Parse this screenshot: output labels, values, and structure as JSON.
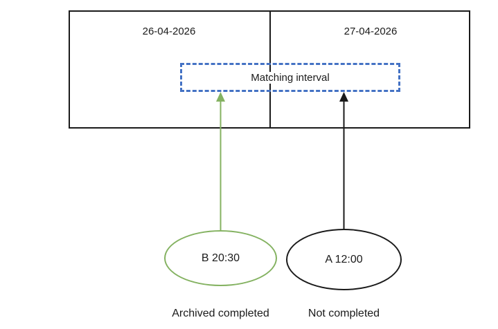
{
  "diagram": {
    "days": [
      {
        "date": "26-04-2026"
      },
      {
        "date": "27-04-2026"
      }
    ],
    "matching_interval": {
      "label": "Matching interval"
    },
    "events": [
      {
        "name": "B 20:30",
        "status_label": "Archived completed"
      },
      {
        "name": "A 12:00",
        "status_label": "Not completed"
      }
    ],
    "colors": {
      "ink": "#1a1a1a",
      "interval_blue": "#4472c4",
      "archived_green": "#84b261"
    }
  }
}
